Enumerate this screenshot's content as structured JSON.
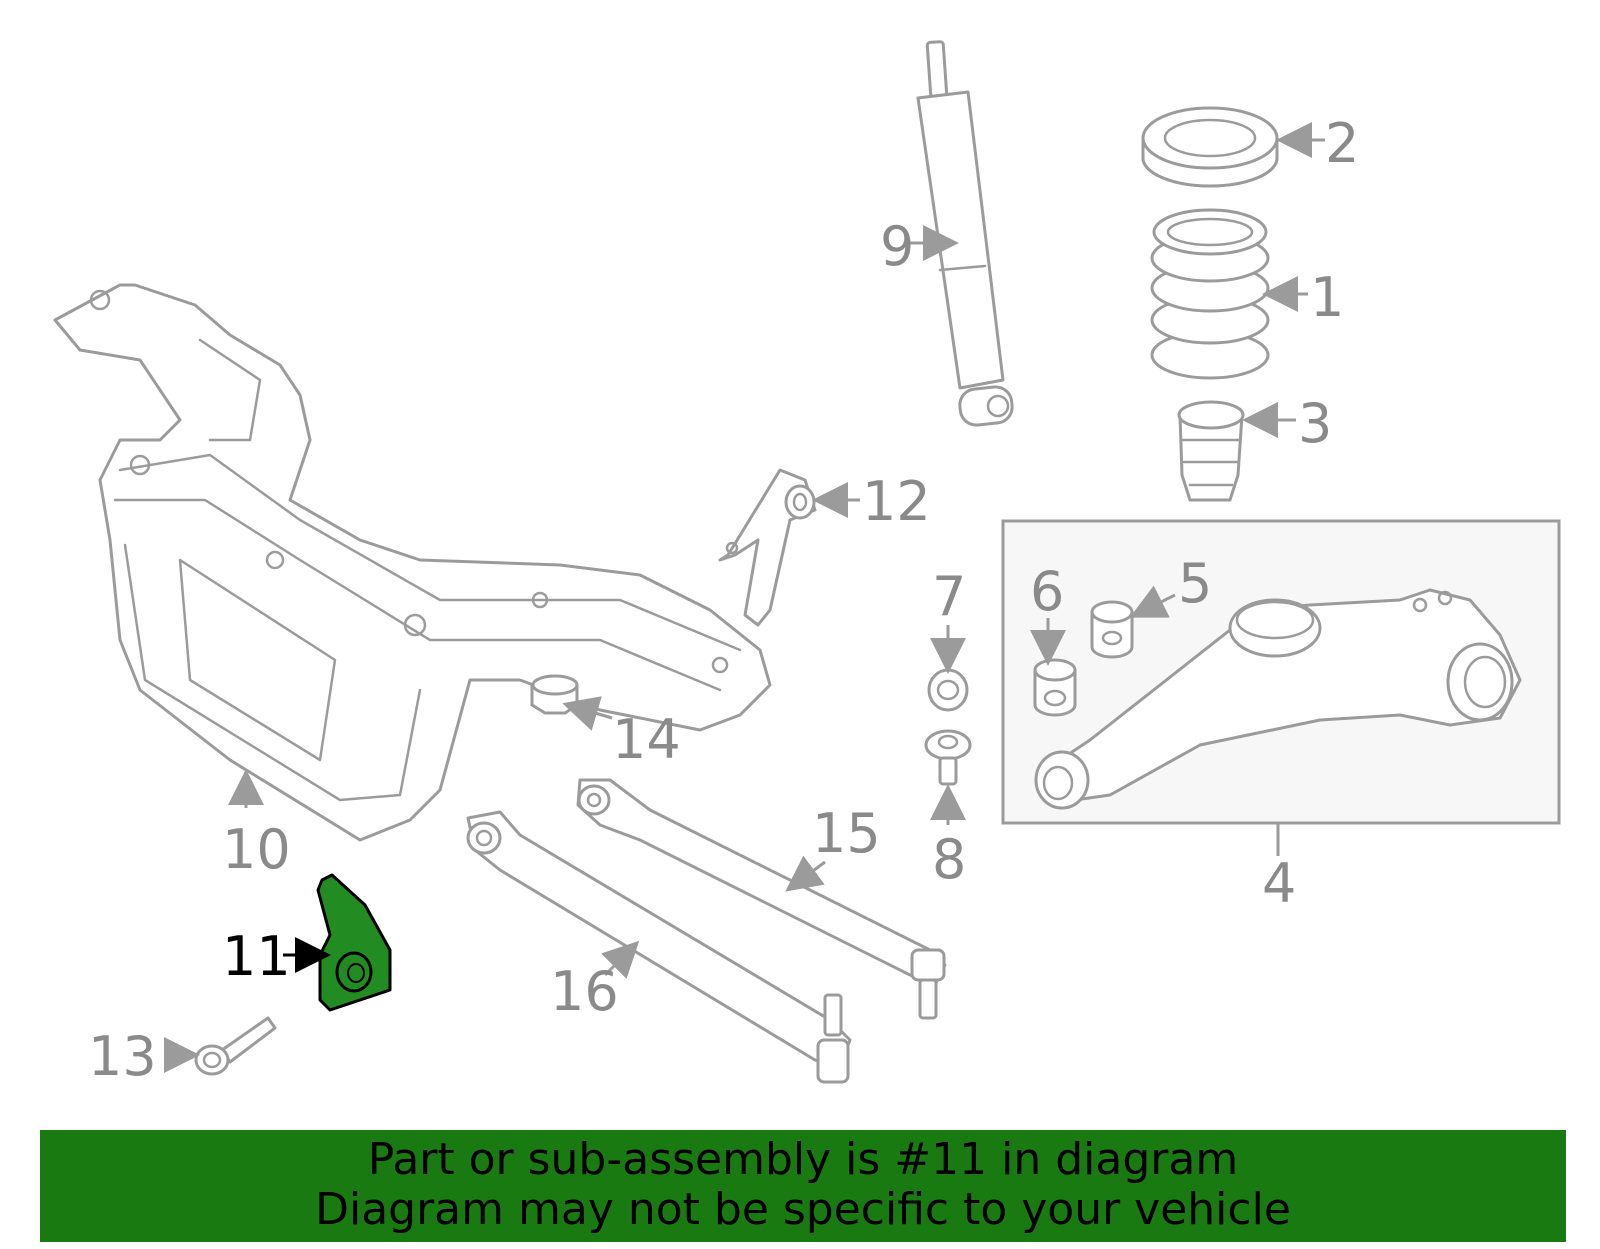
{
  "callouts": {
    "c1": "1",
    "c2": "2",
    "c3": "3",
    "c4": "4",
    "c5": "5",
    "c6": "6",
    "c7": "7",
    "c8": "8",
    "c9": "9",
    "c10": "10",
    "c11": "11",
    "c12": "12",
    "c13": "13",
    "c14": "14",
    "c15": "15",
    "c16": "16"
  },
  "highlighted_part": "11",
  "colors": {
    "highlight": "#228b22",
    "banner": "#1a7a12",
    "line": "#9b9b9b"
  },
  "caption": {
    "line1": "Part or sub-assembly is #11 in diagram",
    "line2": "Diagram may not be specific to your vehicle"
  }
}
